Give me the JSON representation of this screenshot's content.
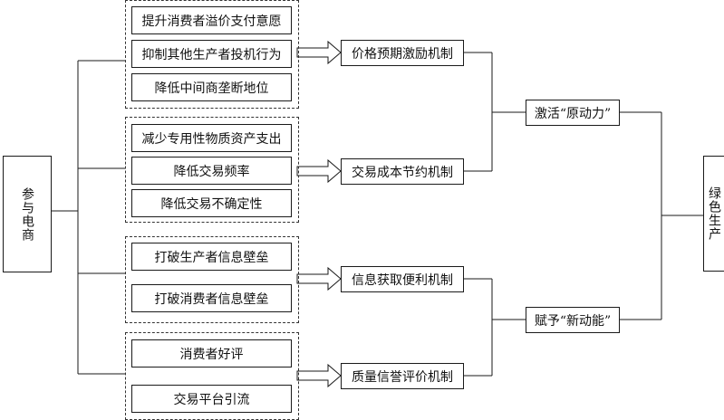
{
  "left_root": {
    "label": "参与电商"
  },
  "right_root": {
    "label": "绿色生产"
  },
  "groups": [
    {
      "items": [
        "提升消费者溢价支付意愿",
        "抑制其他生产者投机行为",
        "降低中间商垄断地位"
      ],
      "mechanism": "价格预期激励机制"
    },
    {
      "items": [
        "减少专用性物质资产支出",
        "降低交易频率",
        "降低交易不确定性"
      ],
      "mechanism": "交易成本节约机制"
    },
    {
      "items": [
        "打破生产者信息壁垒",
        "打破消费者信息壁垒"
      ],
      "mechanism": "信息获取便利机制"
    },
    {
      "items": [
        "消费者好评",
        "交易平台引流"
      ],
      "mechanism": "质量信誉评价机制"
    }
  ],
  "outcomes": [
    {
      "label": "激活“原动力”"
    },
    {
      "label": "赋予“新动能”"
    }
  ]
}
